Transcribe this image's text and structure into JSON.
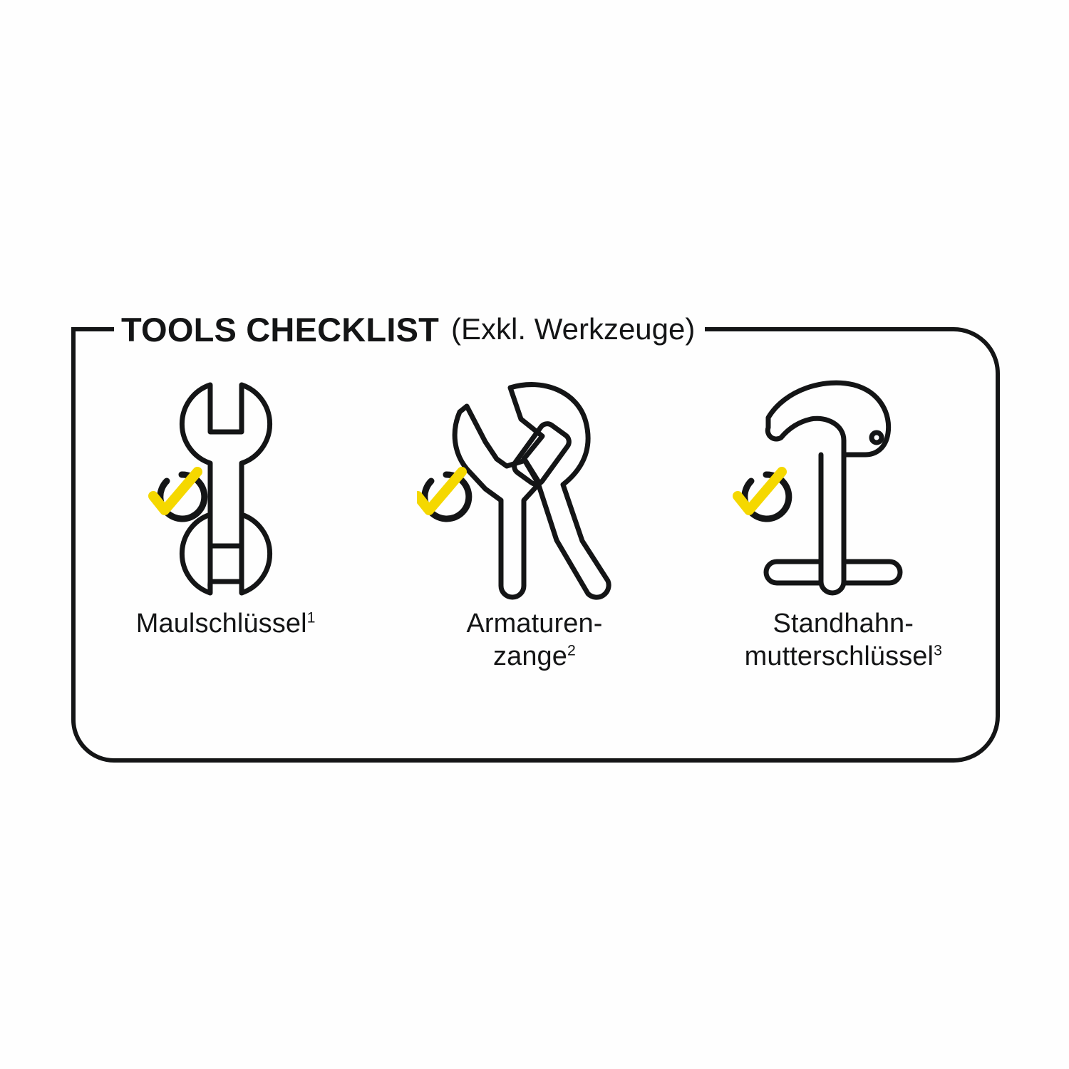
{
  "page": {
    "background_color": "#fefefe",
    "ink_color": "#141516",
    "accent_color": "#f5d800"
  },
  "panel": {
    "title": "TOOLS CHECKLIST",
    "subtitle": "(Exkl. Werkzeuge)",
    "border_color": "#141516"
  },
  "tools": [
    {
      "icon": "open-end-wrench-icon",
      "checked": true,
      "check_icon": "check-circle-icon",
      "label_line1": "Maulschlüssel",
      "label_line2": "",
      "footnote": "1"
    },
    {
      "icon": "water-pump-pliers-icon",
      "checked": true,
      "check_icon": "check-circle-icon",
      "label_line1": "Armaturen-",
      "label_line2": "zange",
      "footnote": "2"
    },
    {
      "icon": "basin-wrench-icon",
      "checked": true,
      "check_icon": "check-circle-icon",
      "label_line1": "Standhahn-",
      "label_line2": "mutterschlüssel",
      "footnote": "3"
    }
  ]
}
